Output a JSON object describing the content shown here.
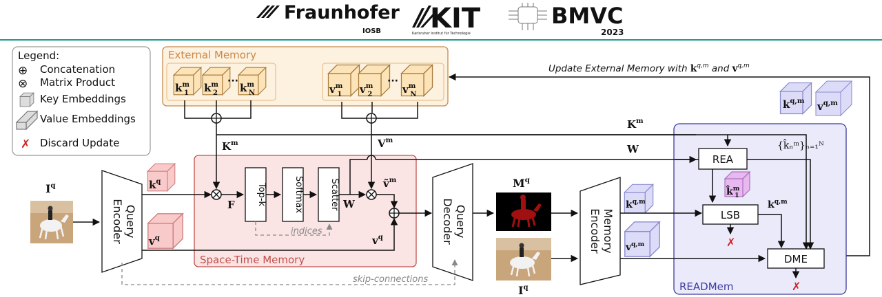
{
  "header": {
    "logo_fraunhofer": "Fraunhofer",
    "logo_fraunhofer_sub": "IOSB",
    "logo_kit": "KIT",
    "logo_kit_sub": "Karlsruher Institut für Technologie",
    "logo_bmvc": "BMVC",
    "logo_bmvc_year": "2023",
    "accent_color": "#1a9a8a"
  },
  "legend": {
    "title": "Legend:",
    "items": [
      {
        "symbol": "⊕",
        "label": "Concatenation"
      },
      {
        "symbol": "⊗",
        "label": "Matrix Product"
      },
      {
        "symbol": "key-cube-icon",
        "label": "Key Embeddings"
      },
      {
        "symbol": "value-cube-icon",
        "label": "Value Embeddings"
      },
      {
        "symbol": "✗",
        "label": "Discard Update"
      }
    ]
  },
  "external_memory": {
    "title": "External Memory",
    "keys": [
      "k",
      "k",
      "k"
    ],
    "key_subs": [
      "1",
      "2",
      "N"
    ],
    "key_sup": "m",
    "values": [
      "v",
      "v",
      "v"
    ],
    "value_subs": [
      "1",
      "2",
      "N"
    ],
    "value_sup": "m",
    "dots": "···",
    "fill_color": "#fde3b8",
    "stroke_color": "#c8894a"
  },
  "space_time": {
    "title": "Space-Time Memory",
    "topk": "Top-k",
    "softmax": "Softmax",
    "scatter": "Scatter",
    "indices": "indices",
    "fill_color": "#fbe4e4",
    "stroke_color": "#c0504d"
  },
  "readmem": {
    "title": "READMem",
    "rea": "REA",
    "lsb": "LSB",
    "dme": "DME",
    "fill_color": "#eaeafa",
    "stroke_color": "#3a3aa0",
    "set_label": "{k̂ₙᵐ}ₙ₌₁ᴺ"
  },
  "encoders": {
    "query_encoder": [
      "Query",
      "Encoder"
    ],
    "query_decoder": [
      "Query",
      "Decoder"
    ],
    "memory_encoder": [
      "Memory",
      "Encoder"
    ]
  },
  "labels": {
    "Iq": "I",
    "Iq_sup": "q",
    "kq": "k",
    "kq_sup": "q",
    "vq": "v",
    "vq_sup": "q",
    "Km": "K",
    "Km_sup": "m",
    "Vm": "V",
    "Vm_sup": "m",
    "F": "F",
    "W": "W",
    "vtilde": "ṽ",
    "vtilde_sup": "m",
    "Mq": "M",
    "Mq_sup": "q",
    "kqm": "k",
    "kqm_sup": "q,m",
    "vqm": "v",
    "vqm_sup": "q,m",
    "k1m": "k̂",
    "k1m_sub": "1",
    "k1m_sup": "m",
    "skip": "skip-connections",
    "update_prefix": "Update External Memory with",
    "update_and": "and",
    "discard": "✗"
  }
}
